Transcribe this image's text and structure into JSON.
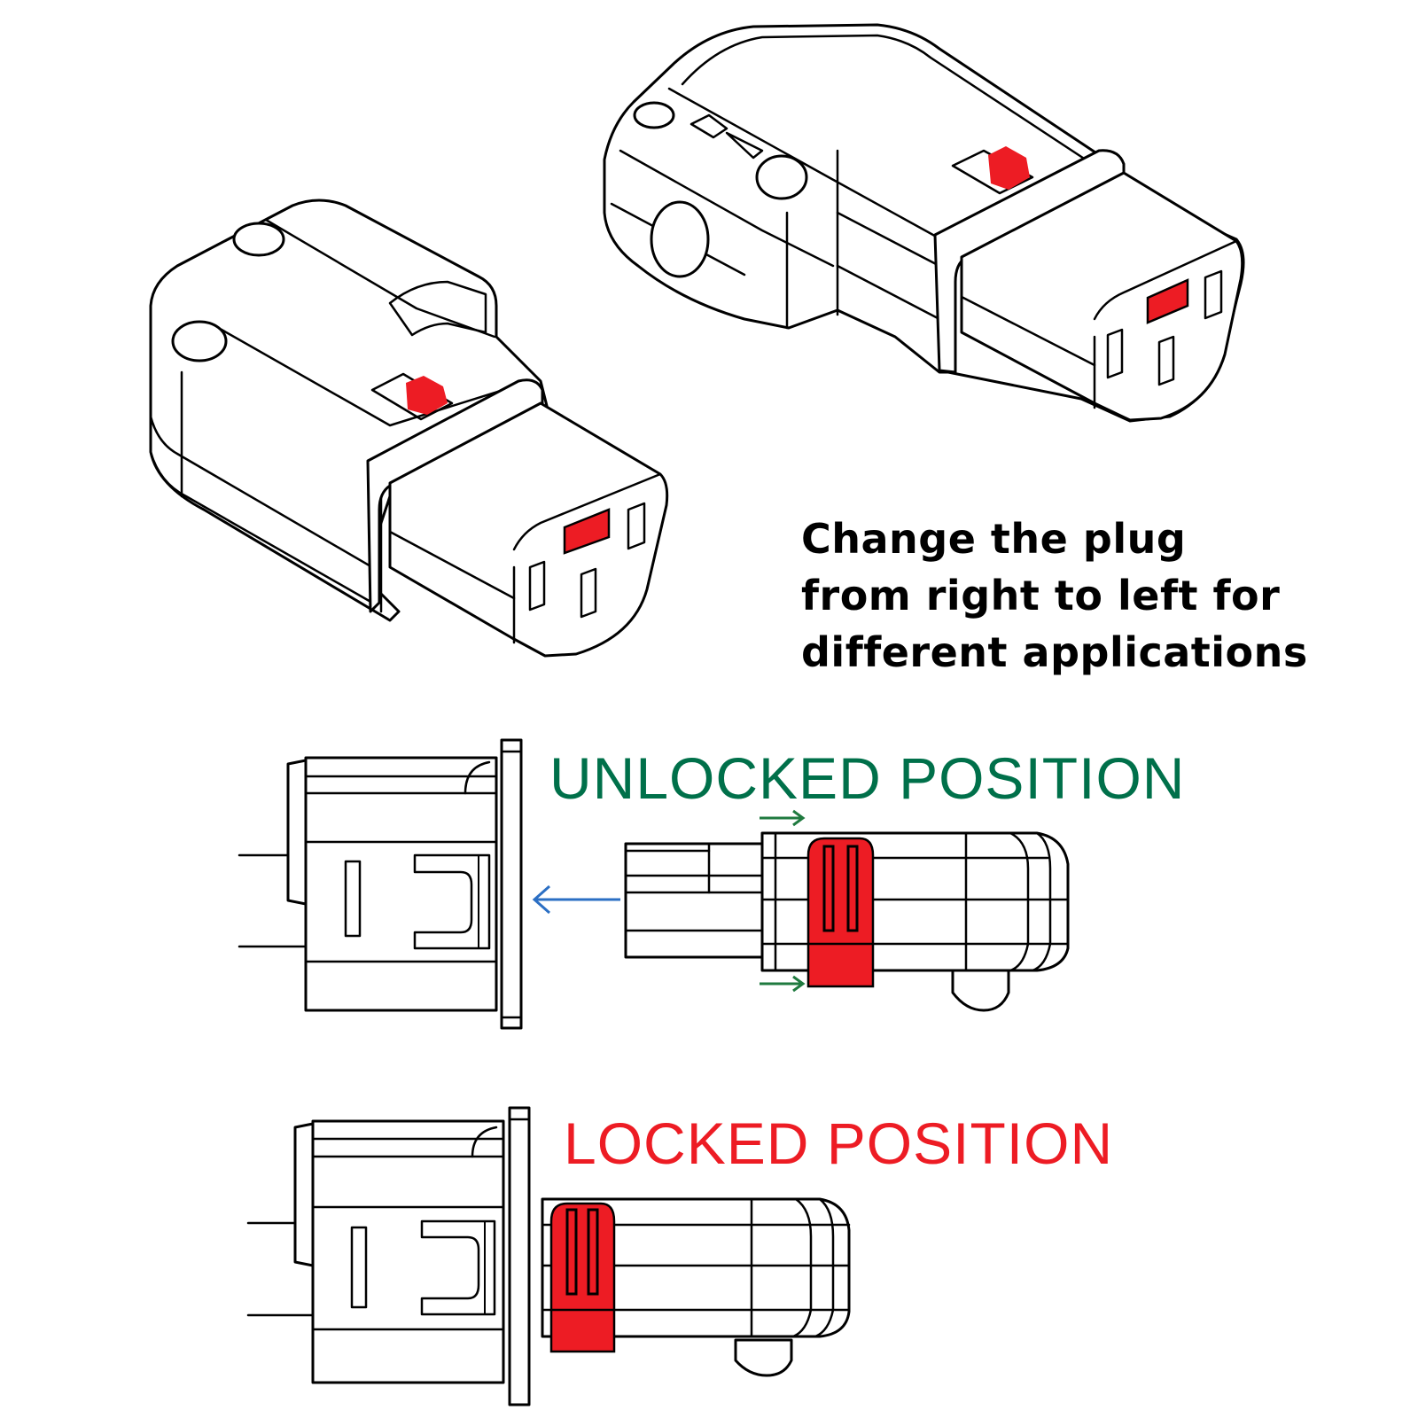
{
  "caption": {
    "lines": [
      "Change the plug",
      "from right to left for",
      "different applications"
    ]
  },
  "states": {
    "unlocked": {
      "label": "UNLOCKED POSITION",
      "color": "#00704a"
    },
    "locked": {
      "label": "LOCKED POSITION",
      "color": "#ed1c24"
    }
  },
  "colors": {
    "lock_slider": "#ed1c24",
    "insert_arrow": "#2b6fc4",
    "slide_arrows": "#1f7a3f",
    "outline": "#000000"
  },
  "icons": {
    "insert_direction": "arrow-left",
    "slide_direction": "arrow-right"
  }
}
